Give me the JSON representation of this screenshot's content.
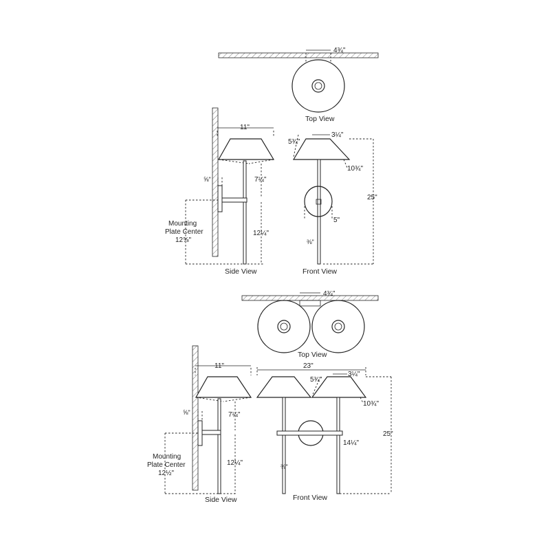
{
  "single": {
    "top": {
      "dim_width": "4¾\"",
      "caption": "Top View"
    },
    "side": {
      "dim_depth": "11\"",
      "dim_plate_offset": "⅝\"",
      "dim_rod_upper": "7¼\"",
      "dim_rod_lower": "12¼\"",
      "label_line1": "Mounting",
      "label_line2": "Plate Center",
      "label_line3": "12⅝\"",
      "caption": "Side View"
    },
    "front": {
      "dim_top": "3¼\"",
      "dim_shade_h": "5¾\"",
      "dim_shade_w": "10¾\"",
      "dim_plate": "5\"",
      "dim_rod": "⅜\"",
      "dim_height": "25\"",
      "caption": "Front View"
    }
  },
  "double": {
    "top": {
      "dim_width": "4¾\"",
      "caption": "Top View"
    },
    "side": {
      "dim_depth": "11\"",
      "dim_plate_offset": "⅝\"",
      "dim_rod_upper": "7¼\"",
      "dim_rod_lower": "12¼\"",
      "label_line1": "Mounting",
      "label_line2": "Plate Center",
      "label_line3": "12½\"",
      "caption": "Side View"
    },
    "front": {
      "dim_overall": "23\"",
      "dim_top": "3¼\"",
      "dim_shade_h": "5¾\"",
      "dim_shade_w": "10¾\"",
      "dim_arm": "14¼\"",
      "dim_rod": "⅜\"",
      "dim_height": "25\"",
      "caption": "Front View"
    }
  }
}
